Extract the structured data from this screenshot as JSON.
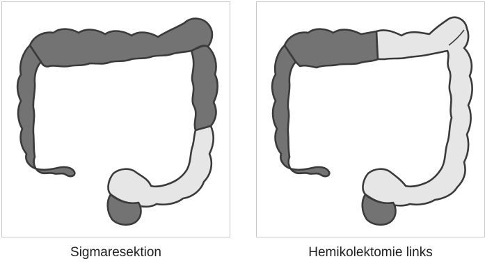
{
  "colors": {
    "removed": "#e6e6e6",
    "retained": "#737373",
    "outline": "#3a3a3a",
    "frame_border": "#c8c8c8",
    "caption_text": "#202020"
  },
  "panels": [
    {
      "caption": "Sigmaresektion",
      "removed_segments": [
        "sigmoid-colon",
        "lower-descending-colon"
      ]
    },
    {
      "caption": "Hemikolektomie links",
      "removed_segments": [
        "left-transverse-colon",
        "descending-colon",
        "sigmoid-colon"
      ]
    }
  ]
}
